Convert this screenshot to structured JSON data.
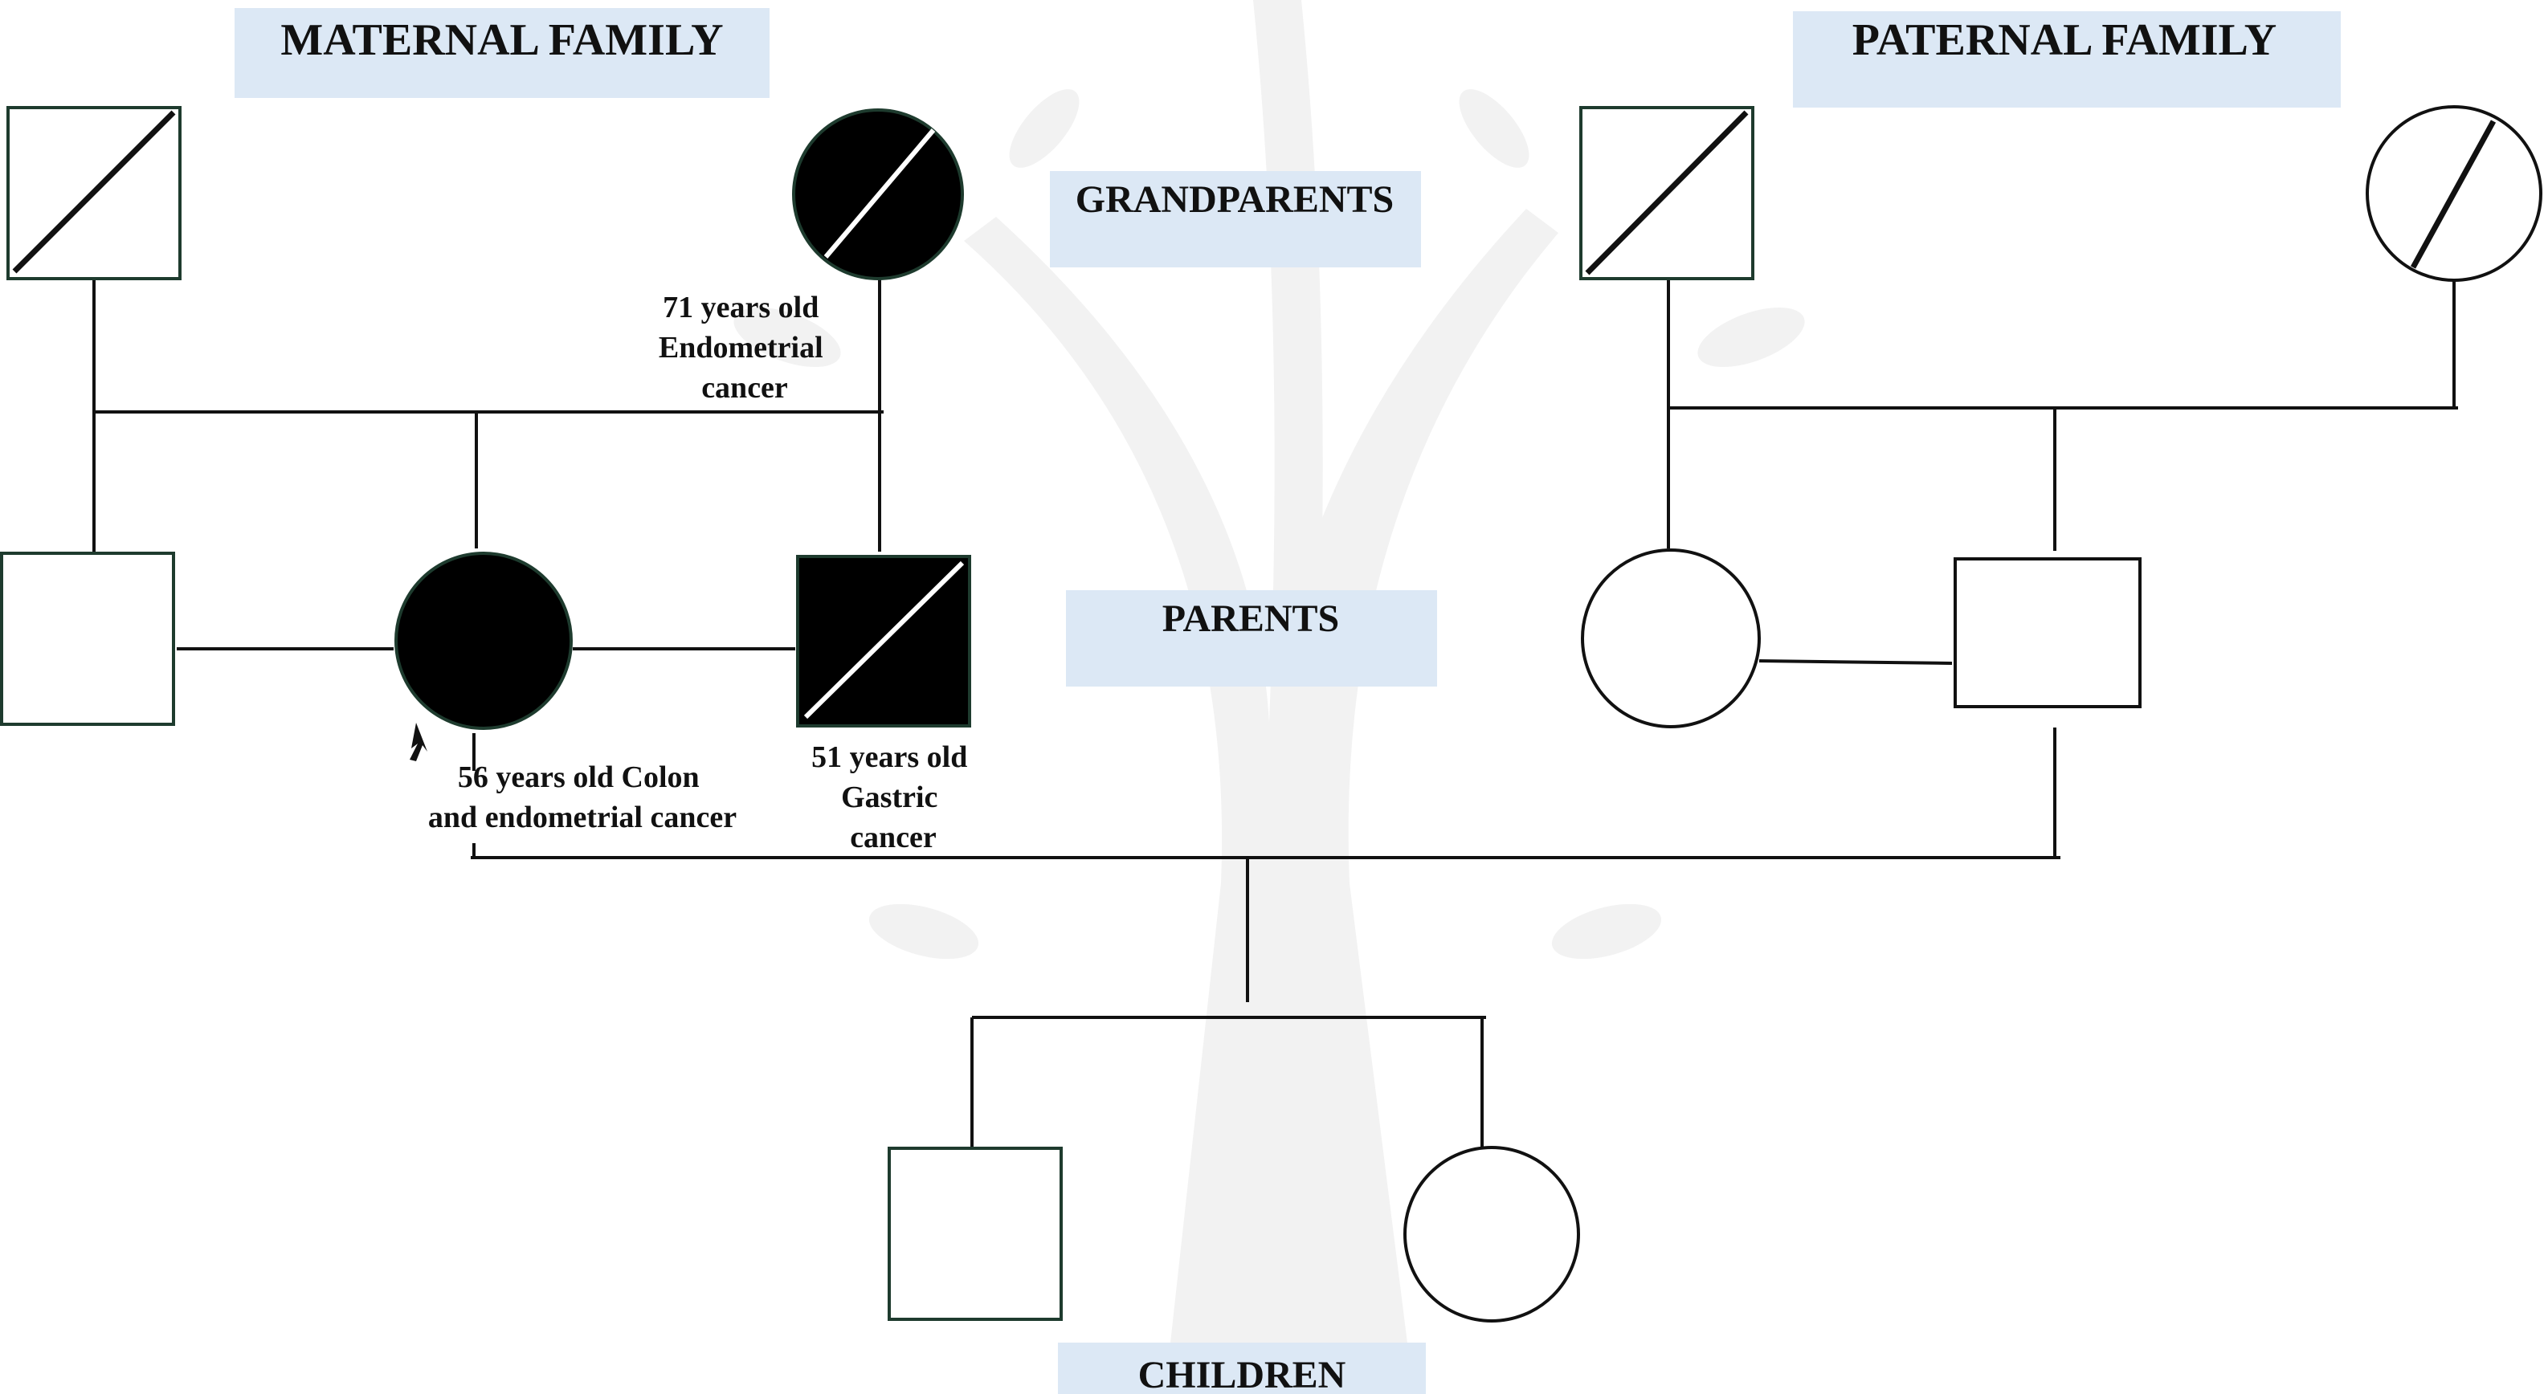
{
  "headers": {
    "maternal": "MATERNAL FAMILY",
    "paternal": "PATERNAL FAMILY"
  },
  "generations": {
    "grandparents": "GRANDPARENTS",
    "parents": "PARENTS",
    "children": "CHILDREN"
  },
  "annotations": {
    "maternal_grandmother": [
      "71 years old",
      "Endometrial",
      "cancer"
    ],
    "mother": [
      "56 years old Colon",
      "and endometrial cancer"
    ],
    "maternal_uncle": [
      "51 years old",
      "Gastric",
      "cancer"
    ]
  },
  "colors": {
    "label_background": "#dce8f5",
    "affected_fill": "#000000",
    "symbol_outline": "#1e3b2e"
  }
}
